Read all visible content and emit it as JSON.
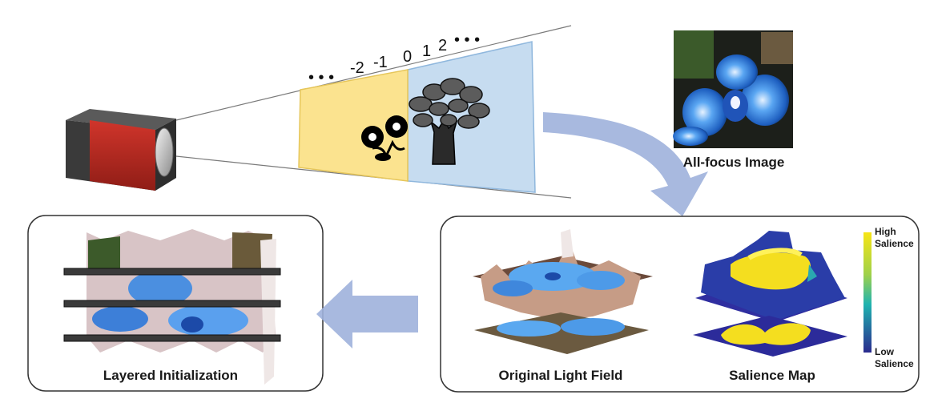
{
  "focal_indices": {
    "leading_dots": "• • •",
    "values": [
      "-2",
      "-1",
      "0",
      "1",
      "2"
    ],
    "trailing_dots": "• • •"
  },
  "labels": {
    "all_focus": "All-focus Image",
    "layered_init": "Layered Initialization",
    "original_lf": "Original Light Field",
    "salience_map": "Salience Map"
  },
  "colorbar": {
    "high_line1": "High",
    "high_line2": "Salience",
    "low_line1": "Low",
    "low_line2": "Salience"
  },
  "colors": {
    "focal_plane_yellow": "#fbe38f",
    "focal_plane_blue": "#c6dcf0",
    "arrow_blue": "#9fb1dc",
    "camera_red": "#b8281f",
    "camera_dark": "#3a3a3a",
    "salience_high": "#f6e21c",
    "salience_low": "#2b2a8c",
    "orchid_blue": "#3f8fe6",
    "panel_border": "#333333"
  },
  "icons": [
    "camera-icon",
    "flower-icon",
    "tree-icon",
    "orchid-photo",
    "surface-3d"
  ]
}
